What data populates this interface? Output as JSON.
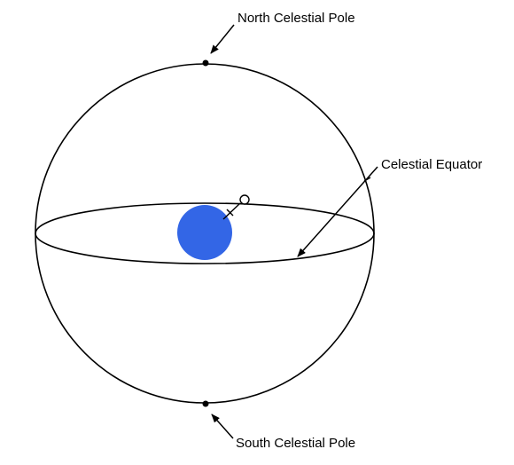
{
  "labels": {
    "north_pole": "North Celestial Pole",
    "celestial_equator": "Celestial Equator",
    "south_pole": "South Celestial Pole"
  },
  "colors": {
    "earth": "#3366e6",
    "line": "#000000",
    "background": "#ffffff"
  },
  "icons": {
    "observer": "observer-pin-icon"
  }
}
